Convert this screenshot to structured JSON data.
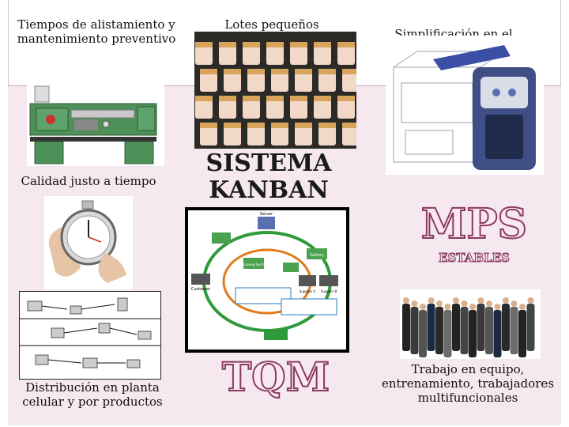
{
  "captions": {
    "setup": "Tiempos de alistamiento y mantenimiento preventivo",
    "lots": "Lotes pequeños",
    "design": "Simplificación en el diseño",
    "quality": "Calidad justo a tiempo",
    "layout": "Distribución en planta celular y por productos",
    "team": "Trabajo en equipo, entrenamiento, trabajadores multifuncionales"
  },
  "center": {
    "title_line1": "SISTEMA",
    "title_line2": "KANBAN",
    "tqm": "TQM"
  },
  "right": {
    "mps": "MPS",
    "estables": "ESTABLES"
  },
  "diagram": {
    "server": "Server",
    "customer": "Customer",
    "gallery": "Gallery",
    "supplier_a": "Supplier A",
    "supplier_b": "Supplier B",
    "receiving": "Receiving Section"
  },
  "colors": {
    "band": "#f5e8ef",
    "outline": "#8a3b63",
    "fill": "#fbe9f1"
  }
}
